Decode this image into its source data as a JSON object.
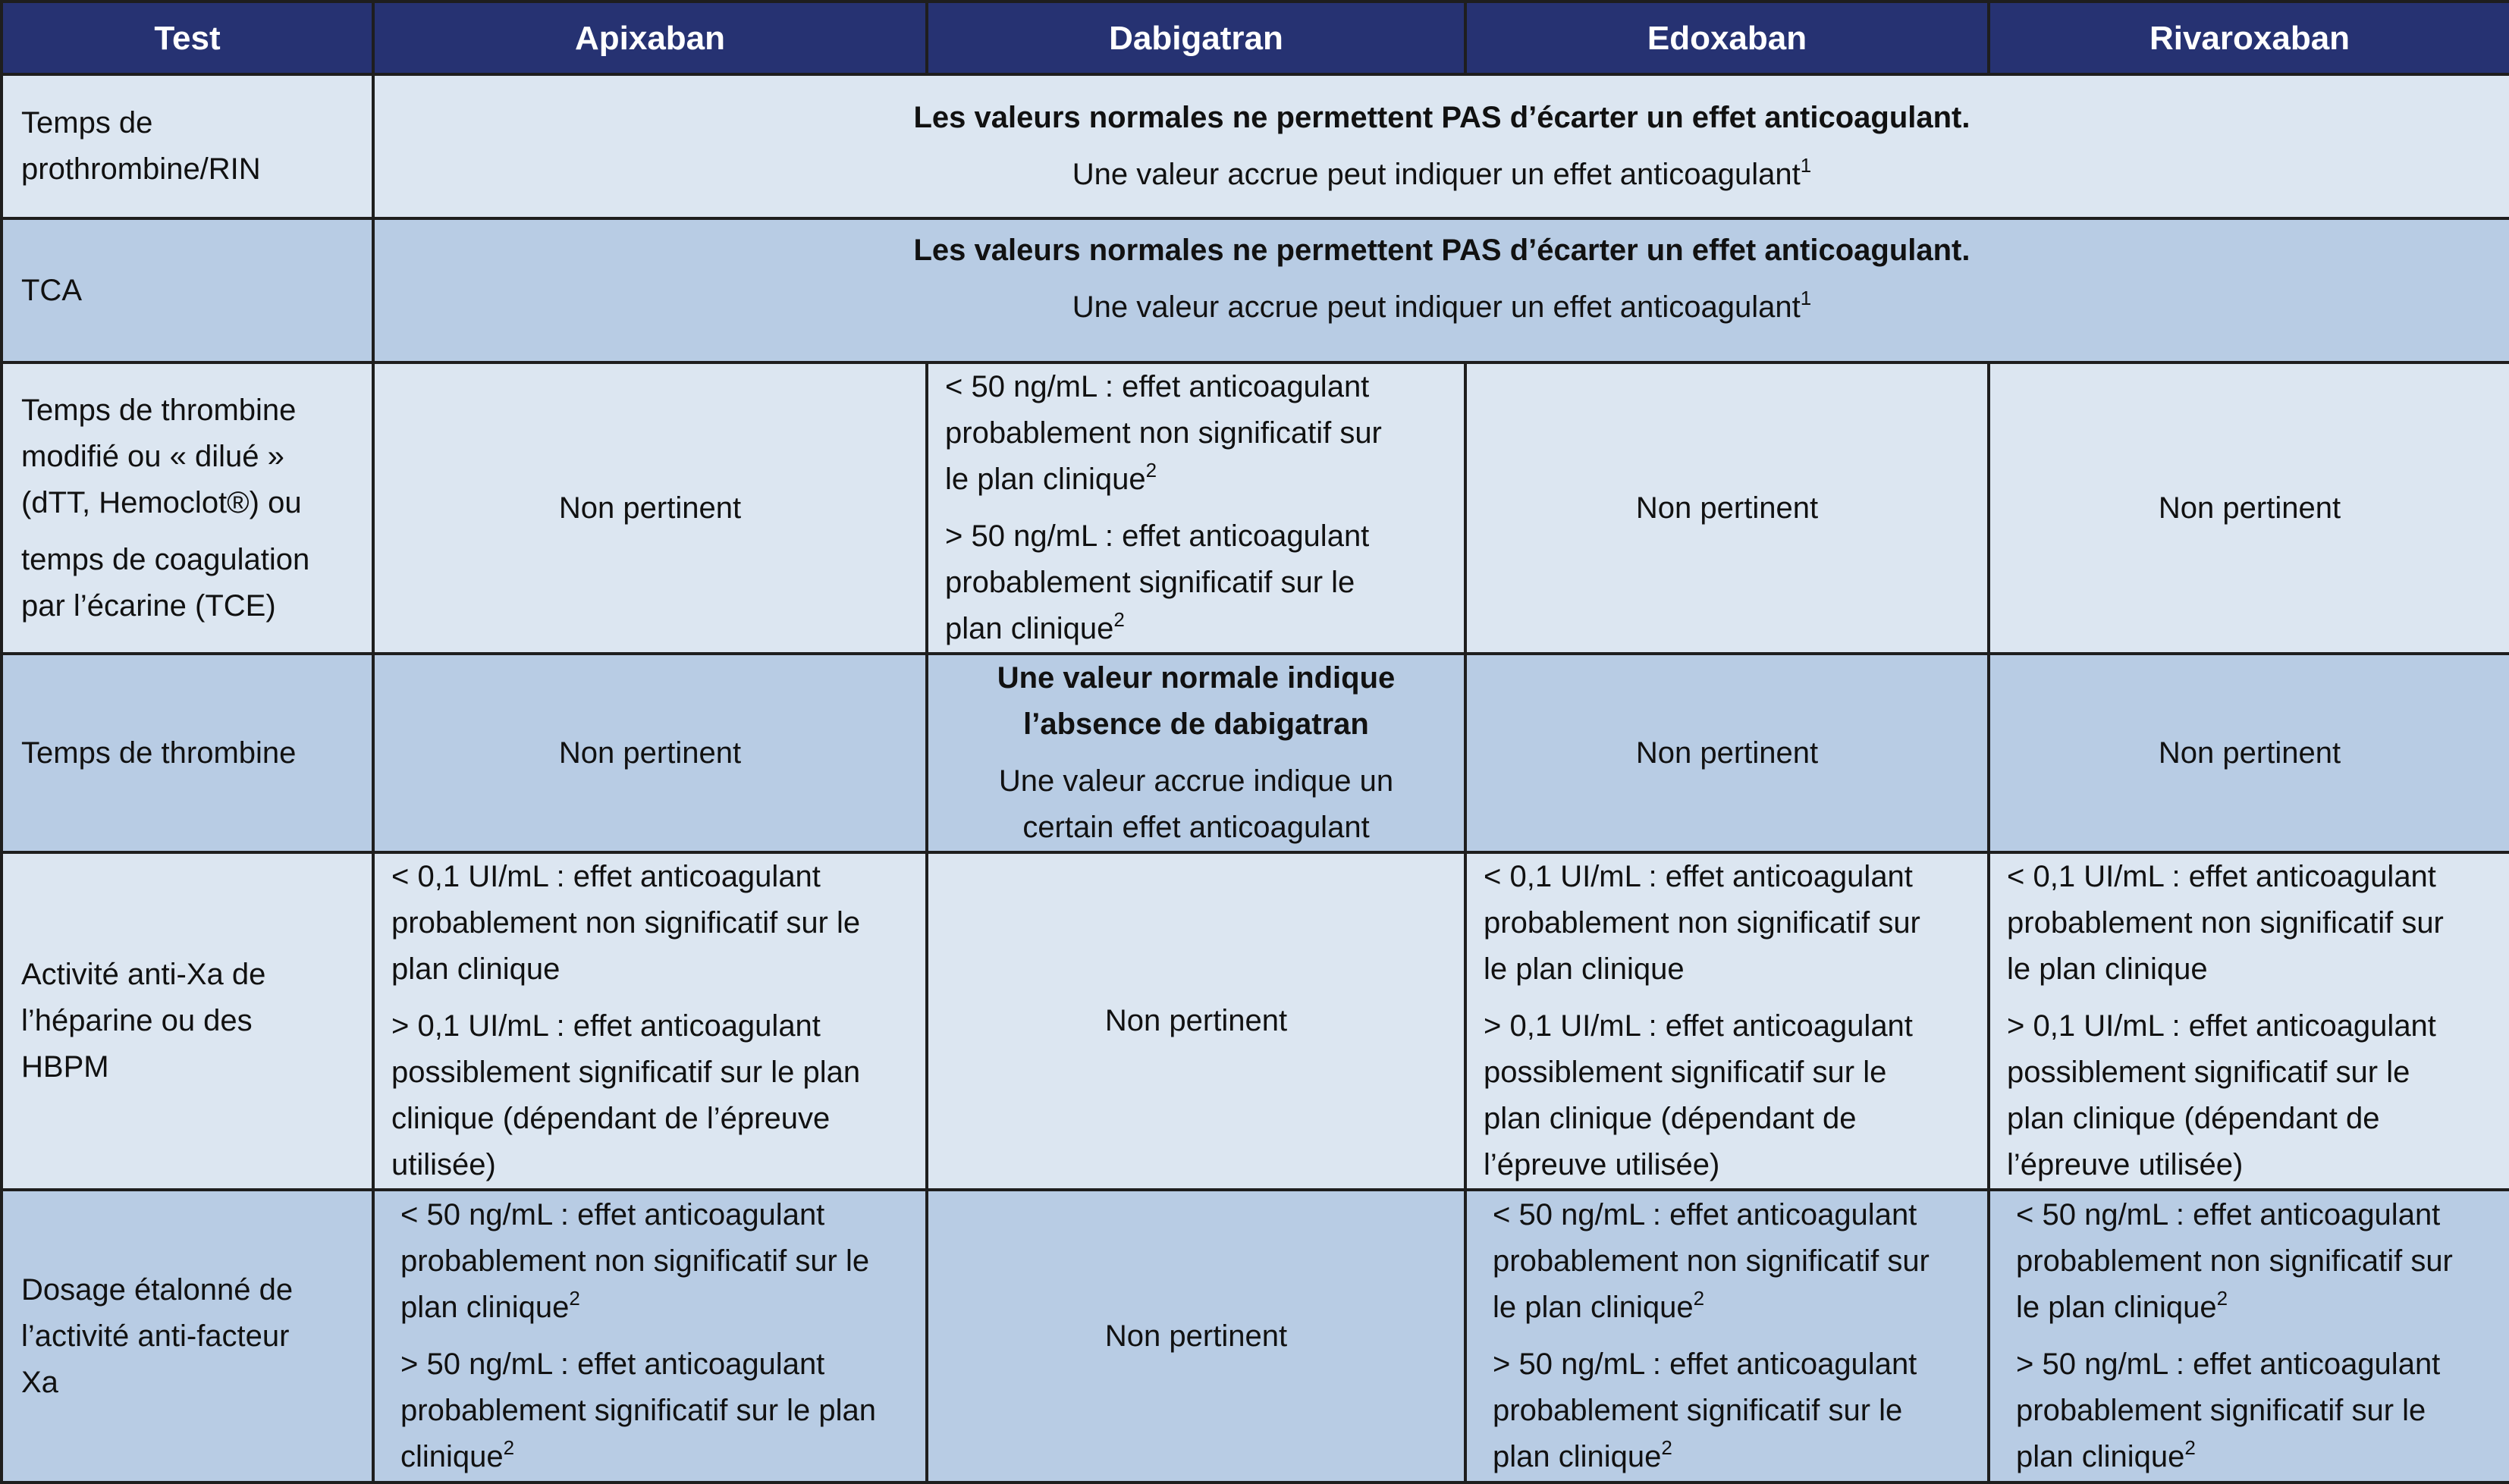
{
  "headers": {
    "test": "Test",
    "apixaban": "Apixaban",
    "dabigatran": "Dabigatran",
    "edoxaban": "Edoxaban",
    "rivaroxaban": "Rivaroxaban"
  },
  "rows": [
    {
      "test_lines": [
        "Temps de",
        "prothrombine/RIN"
      ],
      "merged": {
        "bold": "Les valeurs normales ne permettent PAS d’écarter un effet anticoagulant.",
        "normal": "Une valeur accrue peut indiquer un effet anticoagulant",
        "footnote": "1"
      }
    },
    {
      "test_lines": [
        "TCA"
      ],
      "merged": {
        "bold": "Les valeurs normales ne permettent PAS d’écarter un effet anticoagulant.",
        "normal": "Une valeur accrue peut indiquer un effet anticoagulant",
        "footnote": "1"
      }
    },
    {
      "test_lines": [
        "Temps de thrombine",
        "modifié ou « dilué »",
        "(dTT, Hemoclot®) ou",
        "temps de coagulation",
        "par l’écarine (TCE)"
      ],
      "apixaban": "Non pertinent",
      "dabigatran": {
        "p1": [
          "< 50 ng/mL : effet anticoagulant",
          "probablement non significatif sur",
          "le plan clinique"
        ],
        "p1_fn": "2",
        "p2": [
          "> 50 ng/mL : effet anticoagulant",
          "probablement significatif sur le",
          "plan clinique"
        ],
        "p2_fn": "2"
      },
      "edoxaban": "Non pertinent",
      "rivaroxaban": "Non pertinent"
    },
    {
      "test_lines": [
        "Temps de thrombine"
      ],
      "apixaban": "Non pertinent",
      "dabigatran": {
        "bold": [
          "Une valeur normale indique",
          "l’absence de dabigatran"
        ],
        "normal": [
          "Une valeur accrue indique un",
          "certain effet anticoagulant"
        ]
      },
      "edoxaban": "Non pertinent",
      "rivaroxaban": "Non pertinent"
    },
    {
      "test_lines": [
        "Activité anti-Xa de",
        "l’héparine ou des",
        "HBPM"
      ],
      "apixaban": {
        "p1": [
          "< 0,1 UI/mL : effet anticoagulant",
          "probablement non significatif sur le",
          "plan clinique"
        ],
        "p2": [
          "> 0,1 UI/mL : effet anticoagulant",
          "possiblement significatif sur le plan",
          "clinique (dépendant de l’épreuve",
          "utilisée)"
        ]
      },
      "dabigatran": "Non pertinent",
      "edoxaban": {
        "p1": [
          "< 0,1 UI/mL : effet anticoagulant",
          "probablement non significatif sur",
          "le plan clinique"
        ],
        "p2": [
          "> 0,1 UI/mL : effet anticoagulant",
          "possiblement significatif sur le",
          "plan clinique (dépendant de",
          "l’épreuve utilisée)"
        ]
      },
      "rivaroxaban": {
        "p1": [
          "< 0,1 UI/mL : effet anticoagulant",
          "probablement non significatif sur",
          "le plan clinique"
        ],
        "p2": [
          "> 0,1 UI/mL : effet anticoagulant",
          "possiblement significatif sur le",
          "plan clinique (dépendant de",
          "l’épreuve utilisée)"
        ]
      }
    },
    {
      "test_lines": [
        "Dosage étalonné de",
        "l’activité anti-facteur",
        "Xa"
      ],
      "apixaban": {
        "p1": [
          "< 50 ng/mL : effet anticoagulant",
          "probablement non significatif sur le",
          "plan clinique"
        ],
        "p1_fn": "2",
        "p2": [
          "> 50 ng/mL : effet anticoagulant",
          "probablement significatif sur le plan",
          "clinique"
        ],
        "p2_fn": "2"
      },
      "dabigatran": "Non pertinent",
      "edoxaban": {
        "p1": [
          "< 50 ng/mL : effet anticoagulant",
          "probablement non significatif sur",
          "le plan clinique"
        ],
        "p1_fn": "2",
        "p2": [
          "> 50 ng/mL : effet anticoagulant",
          "probablement significatif sur le",
          "plan clinique"
        ],
        "p2_fn": "2"
      },
      "rivaroxaban": {
        "p1": [
          "< 50 ng/mL : effet anticoagulant",
          "probablement non significatif sur",
          "le plan clinique"
        ],
        "p1_fn": "2",
        "p2": [
          "> 50 ng/mL : effet anticoagulant",
          "probablement significatif sur le",
          "plan clinique"
        ],
        "p2_fn": "2"
      }
    }
  ],
  "colors": {
    "header_bg": "#263272",
    "header_text": "#ffffff",
    "row_light": "#dce6f1",
    "row_dark": "#b8cce4",
    "border": "#1e1e1e"
  }
}
